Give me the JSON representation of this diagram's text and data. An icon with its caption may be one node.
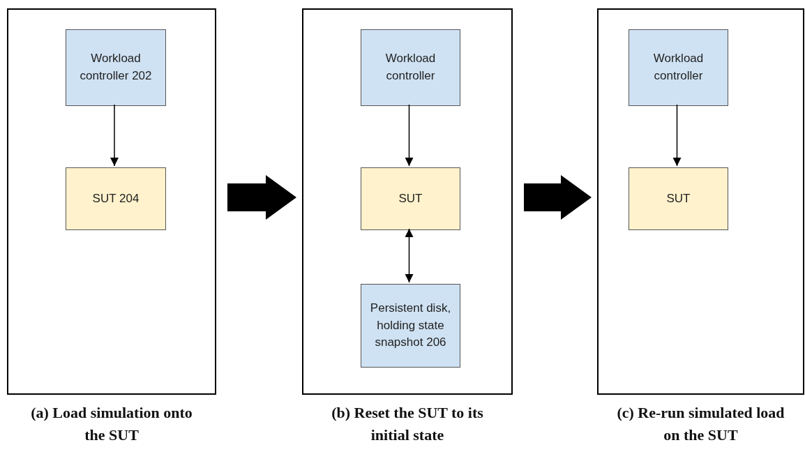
{
  "diagram": {
    "nodes": [
      {
        "text": [],
        "shape": "box",
        "beside": [
          "(a) Load simulation onto the SUT"
        ]
      },
      {
        "text": [
          "Workload controller 202"
        ],
        "in": 0
      },
      {
        "text": [
          "SUT 204"
        ],
        "in": 0
      },
      {
        "text": [],
        "shape": "box",
        "beside": [
          "(b) Reset the SUT to its initial state"
        ]
      },
      {
        "text": [
          "Workload controller"
        ],
        "in": 3
      },
      {
        "text": [
          "SUT"
        ],
        "in": 3
      },
      {
        "text": [
          "Persistent disk, holding state snapshot 206"
        ],
        "in": 3
      },
      {
        "text": [],
        "shape": "box",
        "beside": [
          "(c) Re-run simulated load on the SUT"
        ]
      },
      {
        "text": [
          "Workload controller"
        ],
        "in": 7
      },
      {
        "text": [
          "SUT"
        ],
        "in": 7
      }
    ],
    "edges": [
      {
        "from": 1,
        "to": 2,
        "arrow": "to"
      },
      {
        "from": 0,
        "to": 3,
        "arrow": "to",
        "style": "thick"
      },
      {
        "from": 4,
        "to": 5,
        "arrow": "to"
      },
      {
        "from": 5,
        "to": 6,
        "arrow": "both"
      },
      {
        "from": 3,
        "to": 7,
        "arrow": "to",
        "style": "thick"
      },
      {
        "from": 8,
        "to": 9,
        "arrow": "to"
      }
    ]
  }
}
